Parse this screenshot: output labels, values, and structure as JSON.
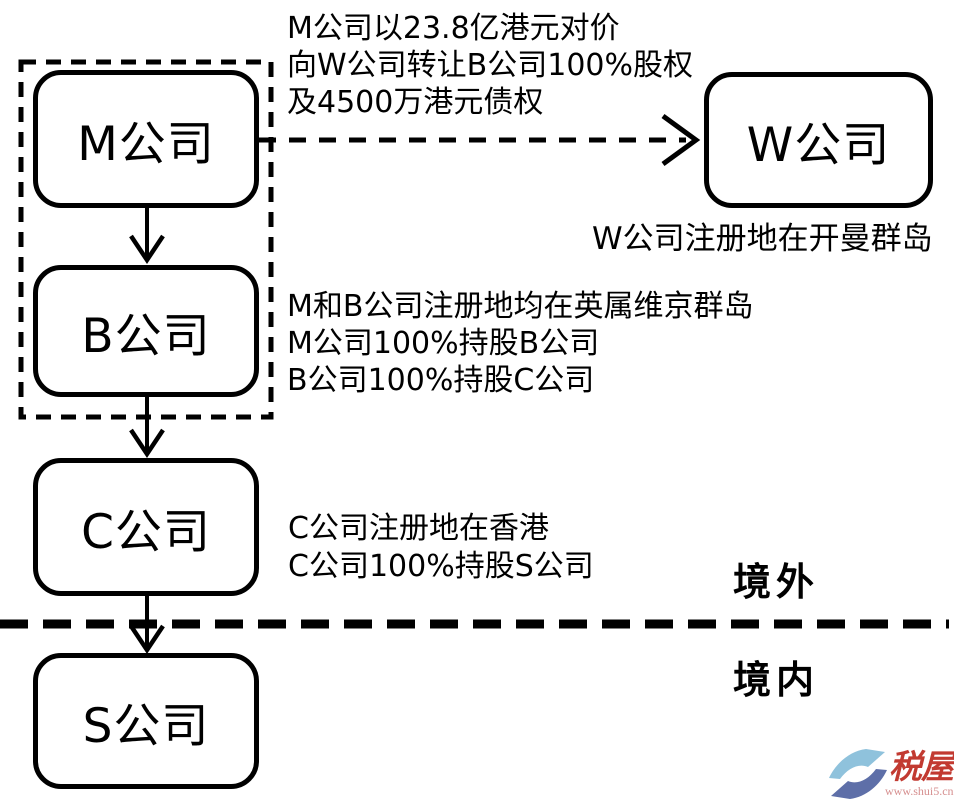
{
  "diagram": {
    "boxes": {
      "m": "M公司",
      "w": "W公司",
      "b": "B公司",
      "c": "C公司",
      "s": "S公司"
    },
    "annotations": {
      "transfer": [
        "M公司以23.8亿港元对价",
        "向W公司转让B公司100%股权",
        "及4500万港元债权"
      ],
      "w_note": "W公司注册地在开曼群岛",
      "mb_note": [
        "M和B公司注册地均在英属维京群岛",
        "M公司100%持股B公司",
        "B公司100%持股C公司"
      ],
      "c_note": [
        "C公司注册地在香港",
        "C公司100%持股S公司"
      ]
    },
    "regions": {
      "overseas": "境外",
      "domestic": "境内"
    },
    "colors": {
      "line": "#000000",
      "background": "#ffffff"
    }
  },
  "watermark": {
    "logo_letter": "S",
    "logo_color_light": "#8fc2dc",
    "logo_color_dark": "#5e6fa8",
    "brand": "税屋",
    "brand_color": "#c23a31",
    "url": "www.shui5.cn",
    "url_color": "#d68f8f"
  }
}
